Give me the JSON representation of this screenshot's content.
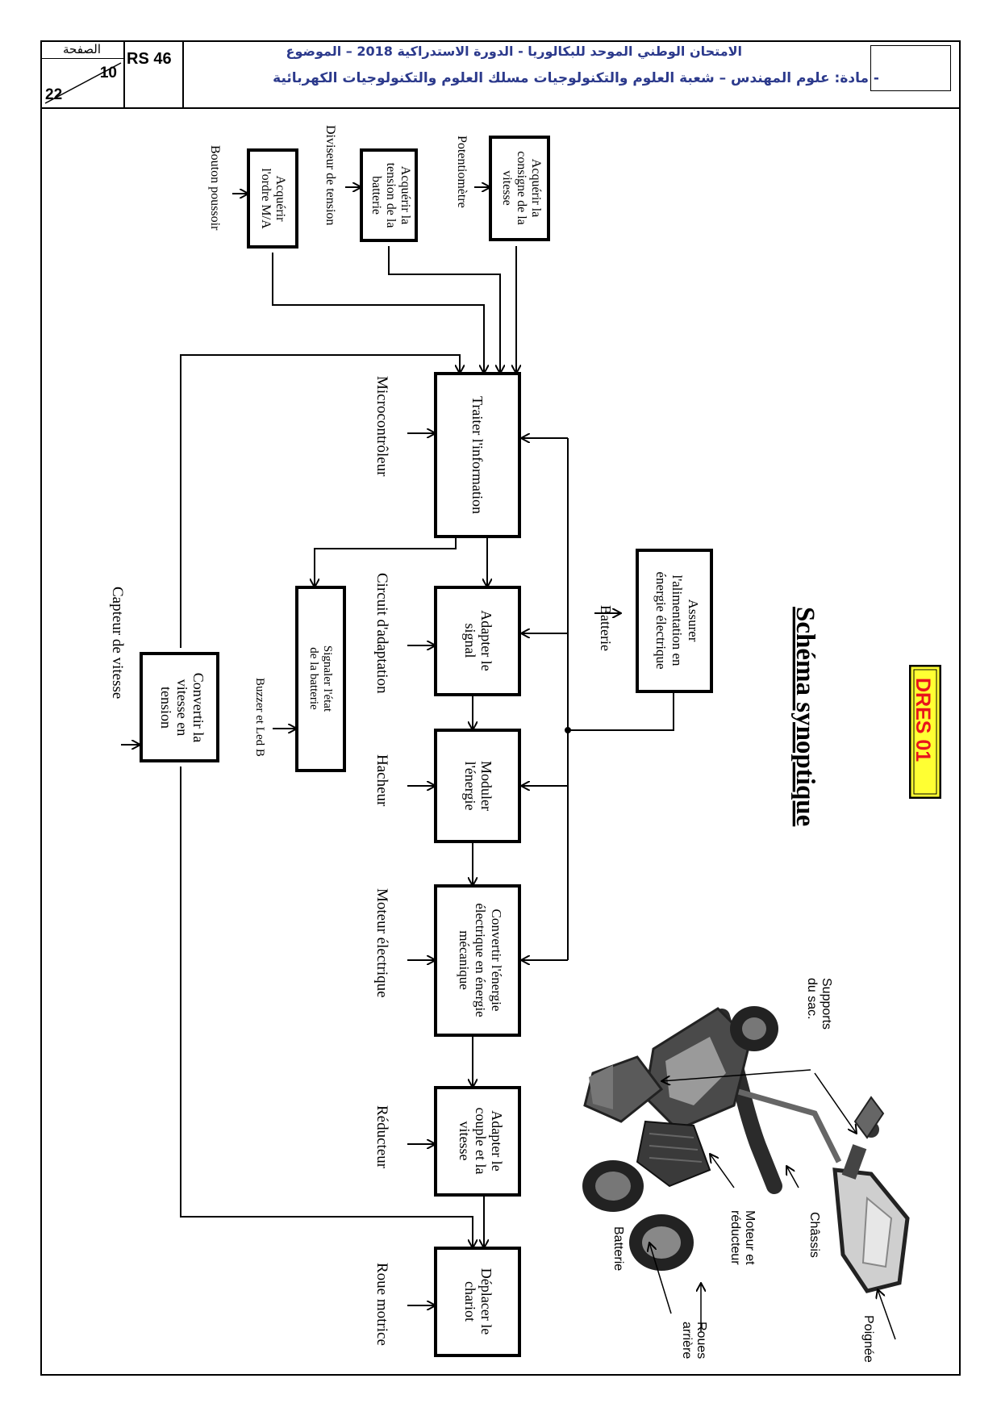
{
  "header": {
    "page_label": "الصفحة",
    "page_number": "10",
    "page_total": "22",
    "code": "RS 46",
    "title_line1": "الامتحان الوطني الموحد للبكالوريا - الدورة الاستدراكية 2018 – الموضوع",
    "title_line2": "- مادة: علوم المهندس – شعبة العلوم والتكنولوجيات مسلك العلوم والتكنولوجيات الكهربائية"
  },
  "doc_badge": "DRES 01",
  "heading": "Schéma synoptique",
  "functions": {
    "acq_consigne": [
      "Acquérir la",
      "consigne de la",
      "vitesse"
    ],
    "acq_tension": [
      "Acquérir la",
      "tension de la",
      "batterie"
    ],
    "acq_ordre": [
      "Acquérir",
      "l'ordre M/A"
    ],
    "traiter": [
      "Traiter l'information"
    ],
    "assurer": [
      "Assurer",
      "l'alimentation en",
      "énergie électrique"
    ],
    "adapter_signal": [
      "Adapter le",
      "signal"
    ],
    "signaler": [
      "Signaler l'état",
      "de la batterie"
    ],
    "moduler": [
      "Moduler",
      "l'énergie"
    ],
    "convertir_vitesse": [
      "Convertir la",
      "vitesse en",
      "tension"
    ],
    "convertir_energie": [
      "Convertir l'énergie",
      "électrique en énergie",
      "mécanique"
    ],
    "adapter_couple": [
      "Adapter le",
      "couple et la",
      "vitesse"
    ],
    "deplacer": [
      "Déplacer le",
      "chariot"
    ]
  },
  "components": {
    "potentiometre": "Potentiomètre",
    "diviseur": "Diviseur de tension",
    "bouton": "Bouton poussoir",
    "microcontroleur": "Microcontrôleur",
    "batterie": "Batterie",
    "circuit_adaptation": "Circuit d'adaptation",
    "buzzer": "Buzzer et Led B",
    "capteur": "Capteur de vitesse",
    "hacheur": "Hacheur",
    "moteur": "Moteur électrique",
    "reducteur": "Réducteur",
    "roue": "Roue motrice"
  },
  "photo_labels": {
    "supports": [
      "Supports",
      "du sac."
    ],
    "poignee": "Poignée",
    "chassis": "Châssis",
    "moteur": [
      "Moteur et",
      "réducteur"
    ],
    "roues": [
      "Roues",
      "arrière"
    ],
    "batterie": "Batterie"
  },
  "colors": {
    "badge_fill": "#ffff33",
    "badge_text": "#e8141c",
    "header_text": "#2c3a8c"
  }
}
